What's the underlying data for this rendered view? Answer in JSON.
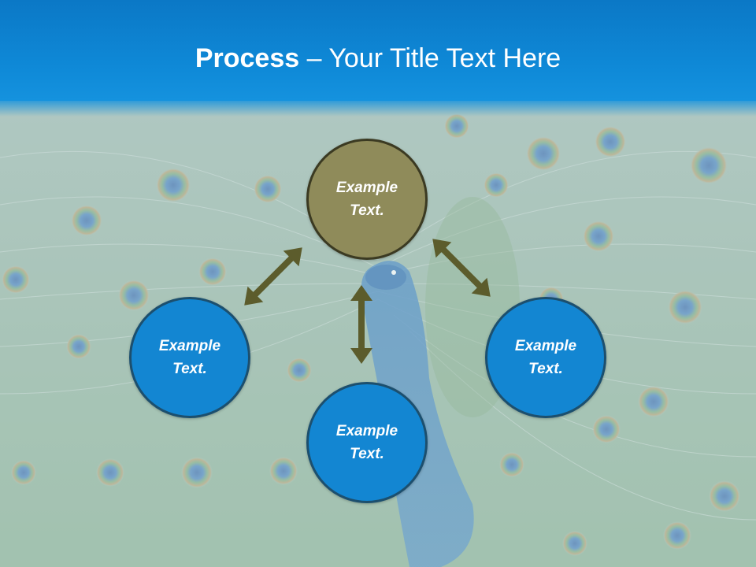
{
  "title": {
    "bold": "Process",
    "rest": " – Your Title Text Here"
  },
  "nodes": {
    "top": "Example\nText.",
    "left": "Example\nText.",
    "right": "Example\nText.",
    "bottom": "Example\nText."
  },
  "colors": {
    "header": "#0f8ad8",
    "node_top": "#8f8b5a",
    "node_blue": "#1386d2",
    "arrow": "#5c5c2c"
  }
}
